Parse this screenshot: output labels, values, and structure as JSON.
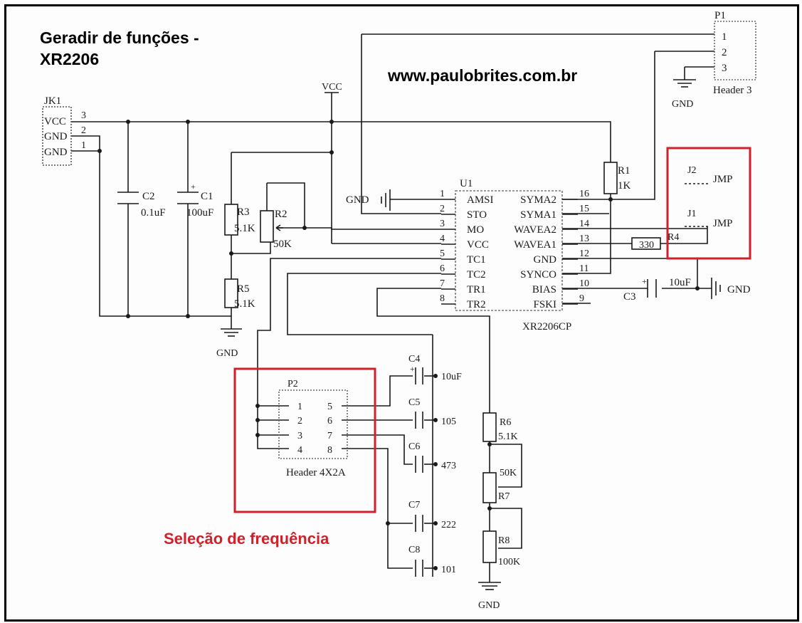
{
  "header": {
    "title_line1": "Geradir de funções -",
    "title_line2": "XR2206",
    "url": "www.paulobrites.com.br"
  },
  "annotation": {
    "freq_selection": "Seleção de frequência"
  },
  "colors": {
    "highlight": "#d0202a",
    "ink": "#1a1a1a"
  },
  "jk1": {
    "ref": "JK1",
    "pins": [
      {
        "name": "VCC",
        "num": "3"
      },
      {
        "name": "GND",
        "num": "2"
      },
      {
        "name": "GND",
        "num": "1"
      }
    ]
  },
  "p1": {
    "ref": "P1",
    "pins": [
      "1",
      "2",
      "3"
    ],
    "type": "Header 3"
  },
  "u1": {
    "ref": "U1",
    "part": "XR2206CP",
    "left_pins": [
      {
        "num": "1",
        "name": "AMSI"
      },
      {
        "num": "2",
        "name": "STO"
      },
      {
        "num": "3",
        "name": "MO"
      },
      {
        "num": "4",
        "name": "VCC"
      },
      {
        "num": "5",
        "name": "TC1"
      },
      {
        "num": "6",
        "name": "TC2"
      },
      {
        "num": "7",
        "name": "TR1"
      },
      {
        "num": "8",
        "name": "TR2"
      }
    ],
    "right_pins": [
      {
        "num": "16",
        "name": "SYMA2"
      },
      {
        "num": "15",
        "name": "SYMA1"
      },
      {
        "num": "14",
        "name": "WAVEA2"
      },
      {
        "num": "13",
        "name": "WAVEA1"
      },
      {
        "num": "12",
        "name": "GND"
      },
      {
        "num": "11",
        "name": "SYNCO"
      },
      {
        "num": "10",
        "name": "BIAS"
      },
      {
        "num": "9",
        "name": "FSKI"
      }
    ]
  },
  "p2": {
    "ref": "P2",
    "type": "Header 4X2A",
    "left_pins": [
      "1",
      "2",
      "3",
      "4"
    ],
    "right_pins": [
      "5",
      "6",
      "7",
      "8"
    ]
  },
  "components": {
    "c1": {
      "ref": "C1",
      "value": "100uF"
    },
    "c2": {
      "ref": "C2",
      "value": "0.1uF"
    },
    "c3": {
      "ref": "C3",
      "value": "10uF"
    },
    "c4": {
      "ref": "C4",
      "value": "10uF"
    },
    "c5": {
      "ref": "C5",
      "value": "105"
    },
    "c6": {
      "ref": "C6",
      "value": "473"
    },
    "c7": {
      "ref": "C7",
      "value": "222"
    },
    "c8": {
      "ref": "C8",
      "value": "101"
    },
    "r1": {
      "ref": "R1",
      "value": "1K"
    },
    "r2": {
      "ref": "R2",
      "value": "50K"
    },
    "r3": {
      "ref": "R3",
      "value": "5.1K"
    },
    "r4": {
      "ref": "R4",
      "value": "330"
    },
    "r5": {
      "ref": "R5",
      "value": "5.1K"
    },
    "r6": {
      "ref": "R6",
      "value": "5.1K"
    },
    "r7": {
      "ref": "R7",
      "value": "50K"
    },
    "r8": {
      "ref": "R8",
      "value": "100K"
    },
    "j1": {
      "ref": "J1",
      "value": "JMP"
    },
    "j2": {
      "ref": "J2",
      "value": "JMP"
    }
  },
  "net_labels": {
    "vcc": "VCC",
    "gnd": "GND"
  }
}
